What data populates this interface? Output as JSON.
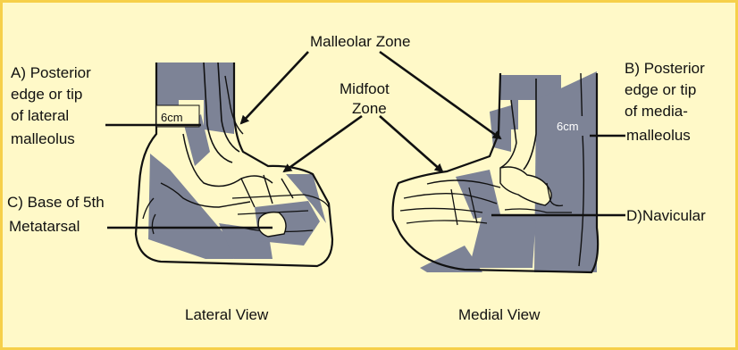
{
  "labels": {
    "malleolar_zone": "Malleolar Zone",
    "midfoot_line1": "Midfoot",
    "midfoot_line2": "Zone",
    "a_line1": "A) Posterior",
    "a_line2": "edge or tip",
    "a_line3": "of lateral",
    "a_line4": "malleolus",
    "b_line1": "B) Posterior",
    "b_line2": "edge or tip",
    "b_line3": "of media-",
    "b_line4": "malleolus",
    "c_line1": "C) Base of 5th",
    "c_line2": "Metatarsal",
    "d_label": "D)Navicular",
    "six_cm_left": "6cm",
    "six_cm_right": "6cm",
    "lateral_view": "Lateral View",
    "medial_view": "Medial View"
  },
  "colors": {
    "background": "#fff9c8",
    "border": "#f6d04a",
    "zone_fill": "#7d8396",
    "outline": "#111111"
  }
}
